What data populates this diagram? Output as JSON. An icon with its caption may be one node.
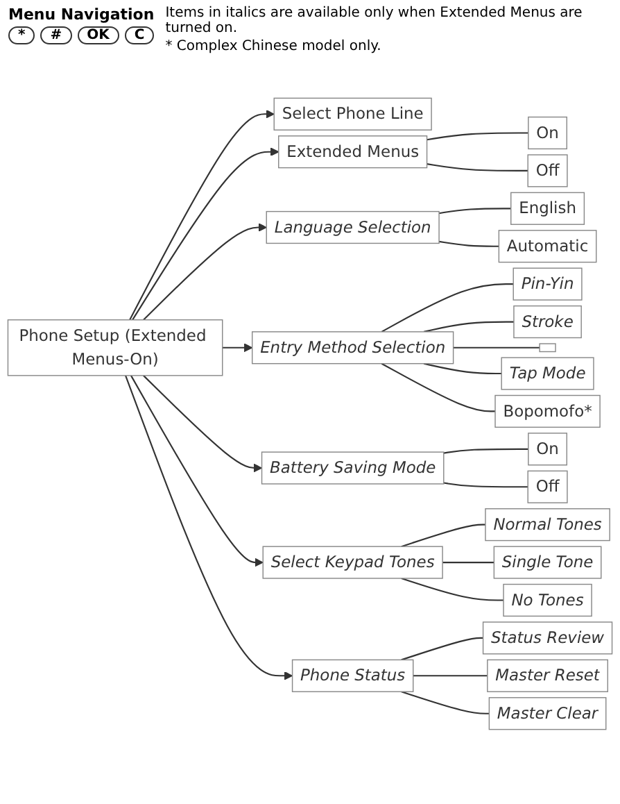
{
  "diagram": {
    "nodes": [
      {
        "text": [
          "Phone Setup (Extended Menus-On)"
        ]
      },
      {
        "text": [
          "Select Phone Line"
        ]
      },
      {
        "text": [
          "Extended Menus"
        ]
      },
      {
        "text": [
          "On"
        ]
      },
      {
        "text": [
          "Off"
        ]
      },
      {
        "text": [
          "Language Selection"
        ]
      },
      {
        "text": [
          "English"
        ]
      },
      {
        "text": [
          "Automatic"
        ]
      },
      {
        "text": [
          "Entry Method Selection"
        ]
      },
      {
        "text": [
          "Pin-Yin"
        ]
      },
      {
        "text": [
          "Stroke"
        ]
      },
      {
        "text": [],
        "shape": "box"
      },
      {
        "text": [
          "Tap Mode"
        ]
      },
      {
        "text": [
          "Bopomofo*"
        ]
      },
      {
        "text": [
          "Battery Saving Mode"
        ]
      },
      {
        "text": [
          "On"
        ]
      },
      {
        "text": [
          "Off"
        ]
      },
      {
        "text": [
          "Select Keypad Tones"
        ]
      },
      {
        "text": [
          "Normal Tones"
        ]
      },
      {
        "text": [
          "Single Tone"
        ]
      },
      {
        "text": [
          "No Tones"
        ]
      },
      {
        "text": [
          "Phone Status"
        ]
      },
      {
        "text": [
          "Status Review"
        ]
      },
      {
        "text": [
          "Master Reset"
        ]
      },
      {
        "text": [
          "Master Clear"
        ]
      }
    ],
    "edges": [
      {
        "from": 0,
        "to": 1,
        "arrow": "to"
      },
      {
        "from": 0,
        "to": 2,
        "arrow": "to"
      },
      {
        "from": 0,
        "to": 5,
        "arrow": "to"
      },
      {
        "from": 0,
        "to": 8,
        "arrow": "to"
      },
      {
        "from": 0,
        "to": 14,
        "arrow": "to"
      },
      {
        "from": 0,
        "to": 17,
        "arrow": "to"
      },
      {
        "from": 0,
        "to": 21,
        "arrow": "to"
      },
      {
        "from": 2,
        "to": 3,
        "arrow": "none"
      },
      {
        "from": 2,
        "to": 4,
        "arrow": "none"
      },
      {
        "from": 5,
        "to": 6,
        "arrow": "none"
      },
      {
        "from": 5,
        "to": 7,
        "arrow": "none"
      },
      {
        "from": 8,
        "to": 9,
        "arrow": "none"
      },
      {
        "from": 8,
        "to": 10,
        "arrow": "none"
      },
      {
        "from": 8,
        "to": 11,
        "arrow": "none"
      },
      {
        "from": 8,
        "to": 12,
        "arrow": "none"
      },
      {
        "from": 8,
        "to": 13,
        "arrow": "none"
      },
      {
        "from": 14,
        "to": 15,
        "arrow": "none"
      },
      {
        "from": 14,
        "to": 16,
        "arrow": "none"
      },
      {
        "from": 17,
        "to": 18,
        "arrow": "none"
      },
      {
        "from": 17,
        "to": 19,
        "arrow": "none"
      },
      {
        "from": 17,
        "to": 20,
        "arrow": "none"
      },
      {
        "from": 21,
        "to": 22,
        "arrow": "none"
      },
      {
        "from": 21,
        "to": 23,
        "arrow": "none"
      },
      {
        "from": 21,
        "to": 24,
        "arrow": "none"
      }
    ],
    "labels": [
      "Menu Navigation",
      "*",
      "#",
      "OK",
      "C",
      "Items in italics are available only when Extended Menus are turned on.",
      "* Complex Chinese model only."
    ]
  }
}
